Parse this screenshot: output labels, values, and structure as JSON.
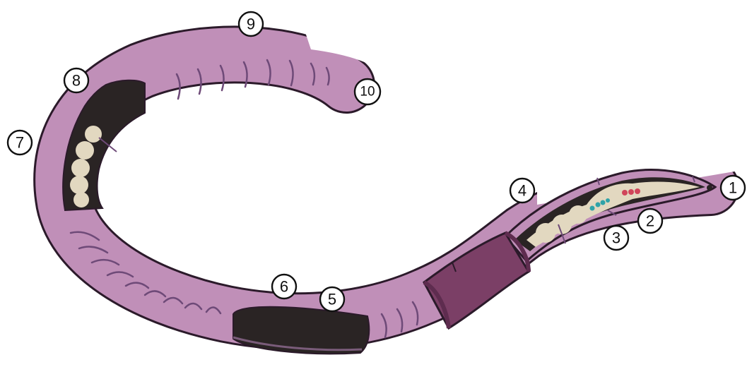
{
  "diagram": {
    "callouts": [
      {
        "id": "c1",
        "label": "1"
      },
      {
        "id": "c2",
        "label": "2"
      },
      {
        "id": "c3",
        "label": "3"
      },
      {
        "id": "c4",
        "label": "4"
      },
      {
        "id": "c5",
        "label": "5"
      },
      {
        "id": "c6",
        "label": "6"
      },
      {
        "id": "c7",
        "label": "7"
      },
      {
        "id": "c8",
        "label": "8"
      },
      {
        "id": "c9",
        "label": "9"
      },
      {
        "id": "c10",
        "label": "10"
      }
    ]
  },
  "colors": {
    "body": "#c08fb8",
    "body_outline": "#2b1a2a",
    "segment_line": "#6e4a78",
    "clitellum": "#7b3f66",
    "clitellum_dark": "#5e2c4f",
    "cavity": "#2a2424",
    "gut": "#e2d8c0",
    "blood_red": "#d0455a",
    "nerve_teal": "#2fa3a8"
  }
}
